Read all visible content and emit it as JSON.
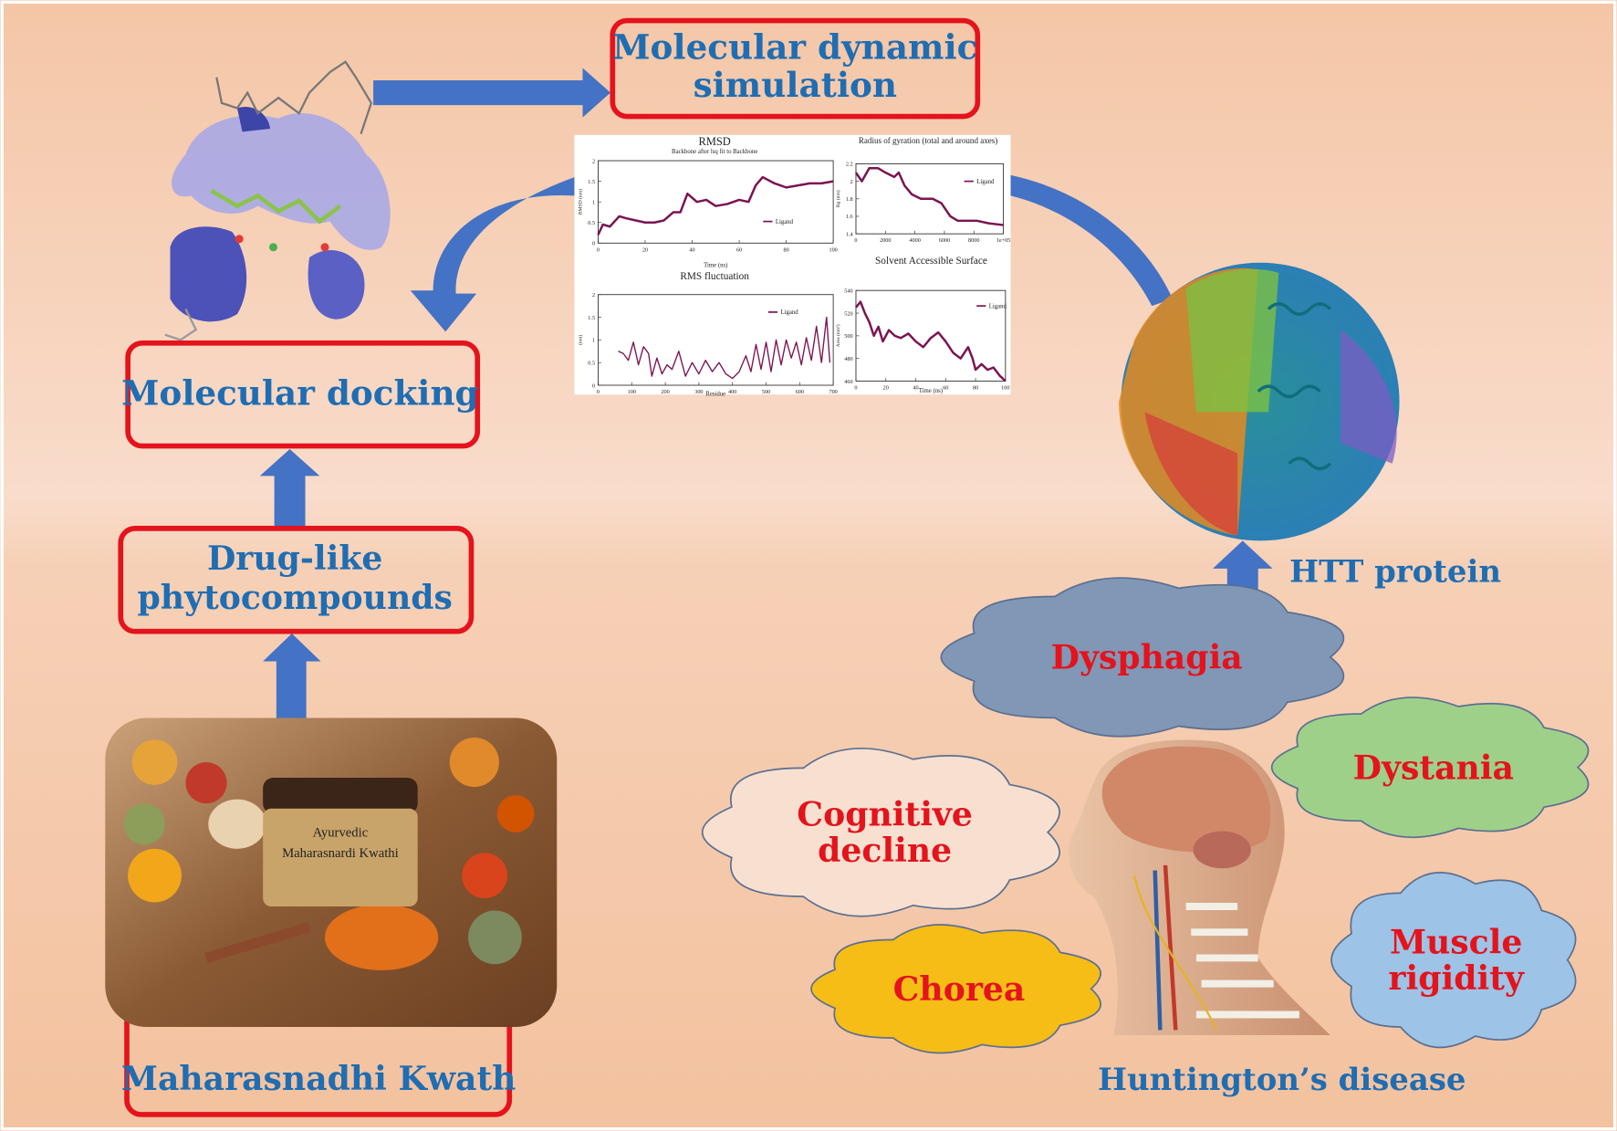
{
  "title_boxes": {
    "md_simulation": [
      "Molecular dynamic",
      "simulation"
    ],
    "docking": "Molecular docking",
    "druglike": [
      "Drug-like",
      "phytocompounds"
    ],
    "kwath": "Maharasnadhi Kwath"
  },
  "labels": {
    "htt_protein": "HTT protein",
    "huntingtons": "Huntington’s disease"
  },
  "symptoms": {
    "dysphagia": "Dysphagia",
    "dystania": "Dystania",
    "cognitive": [
      "Cognitive",
      "decline"
    ],
    "chorea": "Chorea",
    "muscle": [
      "Muscle",
      "rigidity"
    ]
  },
  "product_label": {
    "line1": "Ayurvedic",
    "line2": "Maharasnardi Kwathi"
  },
  "colors": {
    "box_border": "#e4131c",
    "label_blue": "#1f6db3",
    "arrow": "#4472c4",
    "plot_line": "#7a1452",
    "dysphagia_cloud": "#8197b6",
    "dystania_cloud": "#9fd08a",
    "cognitive_cloud": "#f8e0d0",
    "chorea_cloud": "#f6bd16",
    "muscle_cloud": "#9dc3e6"
  },
  "chart_data": [
    {
      "type": "line",
      "title": "RMSD",
      "subtitle": "Backbone after lsq fit to Backbone",
      "xlabel": "Time (ns)",
      "ylabel": "RMSD (nm)",
      "xlim": [
        0,
        100
      ],
      "ylim": [
        0,
        2
      ],
      "xticks": [
        "0",
        "20",
        "40",
        "60",
        "80",
        "100"
      ],
      "yticks": [
        "0",
        "0.5",
        "1",
        "1.5",
        "2"
      ],
      "legend": "Ligand",
      "x": [
        0,
        2,
        5,
        9,
        12,
        16,
        20,
        24,
        28,
        32,
        35,
        38,
        42,
        46,
        50,
        55,
        60,
        64,
        67,
        70,
        75,
        80,
        85,
        90,
        95,
        100
      ],
      "y": [
        0.2,
        0.45,
        0.4,
        0.65,
        0.6,
        0.55,
        0.5,
        0.5,
        0.55,
        0.75,
        0.75,
        1.2,
        1.0,
        1.05,
        0.9,
        0.95,
        1.05,
        1.0,
        1.4,
        1.6,
        1.45,
        1.35,
        1.4,
        1.45,
        1.45,
        1.5
      ]
    },
    {
      "type": "line",
      "title": "Radius of gyration (total and around axes)",
      "xlabel": "",
      "ylabel": "Rg (nm)",
      "xlim": [
        0,
        10000
      ],
      "ylim": [
        1.4,
        2.2
      ],
      "xticks": [
        "0",
        "2000",
        "4000",
        "6000",
        "8000",
        "1e+05"
      ],
      "yticks": [
        "1.4",
        "1.6",
        "1.8",
        "2",
        "2.2"
      ],
      "legend": "Ligand",
      "x": [
        0,
        400,
        900,
        1500,
        2000,
        2600,
        2900,
        3300,
        3800,
        4400,
        4800,
        5200,
        5800,
        6400,
        6900,
        7500,
        8200,
        9000,
        10000
      ],
      "y": [
        2.1,
        2.0,
        2.15,
        2.15,
        2.1,
        2.05,
        2.1,
        1.95,
        1.85,
        1.8,
        1.8,
        1.8,
        1.75,
        1.6,
        1.55,
        1.55,
        1.55,
        1.52,
        1.5
      ]
    },
    {
      "type": "line",
      "title": "RMS fluctuation",
      "xlabel": "Residue",
      "ylabel": "(nm)",
      "xlim": [
        0,
        700
      ],
      "ylim": [
        0,
        2
      ],
      "xticks": [
        "0",
        "100",
        "200",
        "300",
        "400",
        "500",
        "600",
        "700"
      ],
      "yticks": [
        "0",
        "0.5",
        "1",
        "1.5",
        "2"
      ],
      "legend": "Ligand",
      "x": [
        60,
        75,
        90,
        105,
        120,
        135,
        150,
        160,
        175,
        190,
        205,
        220,
        240,
        260,
        280,
        300,
        320,
        340,
        360,
        380,
        400,
        420,
        440,
        455,
        470,
        485,
        500,
        515,
        530,
        545,
        560,
        575,
        590,
        605,
        620,
        635,
        650,
        665,
        680,
        690
      ],
      "y": [
        0.75,
        0.7,
        0.55,
        0.95,
        0.45,
        0.85,
        0.7,
        0.2,
        0.6,
        0.25,
        0.45,
        0.35,
        0.75,
        0.2,
        0.5,
        0.25,
        0.55,
        0.3,
        0.5,
        0.25,
        0.15,
        0.3,
        0.65,
        0.3,
        0.9,
        0.35,
        0.95,
        0.3,
        1.0,
        0.45,
        1.0,
        0.6,
        0.95,
        0.45,
        1.05,
        0.55,
        1.3,
        0.5,
        1.5,
        0.5
      ]
    },
    {
      "type": "line",
      "title": "Solvent Accessible Surface",
      "xlabel": "Time (ns)",
      "ylabel": "Area (nm²)",
      "xlim": [
        0,
        100
      ],
      "ylim": [
        460,
        540
      ],
      "xticks": [
        "0",
        "20",
        "40",
        "60",
        "80",
        "100"
      ],
      "yticks": [
        "460",
        "480",
        "500",
        "520",
        "540"
      ],
      "legend": "Ligand",
      "x": [
        0,
        3,
        6,
        9,
        12,
        15,
        18,
        22,
        26,
        30,
        35,
        40,
        45,
        50,
        55,
        60,
        65,
        70,
        75,
        78,
        80,
        84,
        88,
        92,
        96,
        100
      ],
      "y": [
        525,
        530,
        520,
        512,
        500,
        508,
        495,
        505,
        500,
        498,
        502,
        495,
        490,
        498,
        503,
        495,
        485,
        480,
        490,
        480,
        470,
        475,
        470,
        472,
        465,
        460
      ]
    }
  ]
}
